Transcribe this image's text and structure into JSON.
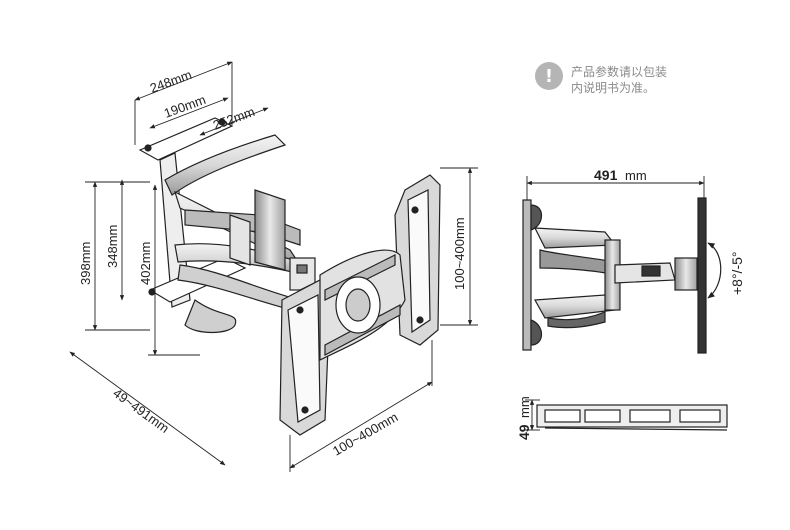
{
  "note": {
    "icon": "exclamation-icon",
    "line1": "产品参数请以包装",
    "line2": "内说明书为准。"
  },
  "left_view": {
    "dims": {
      "top_width": "248mm",
      "inner_width": "190mm",
      "arm_length": "252mm",
      "height_398": "398mm",
      "height_348": "348mm",
      "height_402": "402mm",
      "vesa_vertical": "100~400mm",
      "extension": "49~491mm",
      "vesa_horizontal": "100~400mm"
    }
  },
  "side_view": {
    "dims": {
      "extension_max": "491",
      "extension_unit": "mm",
      "tilt": "+8°/-5°"
    }
  },
  "top_view": {
    "dims": {
      "depth": "49",
      "depth_unit": "mm"
    }
  },
  "colors": {
    "line": "#222222",
    "note_grey": "#b5b5b5",
    "note_text": "#8a8a8a"
  }
}
